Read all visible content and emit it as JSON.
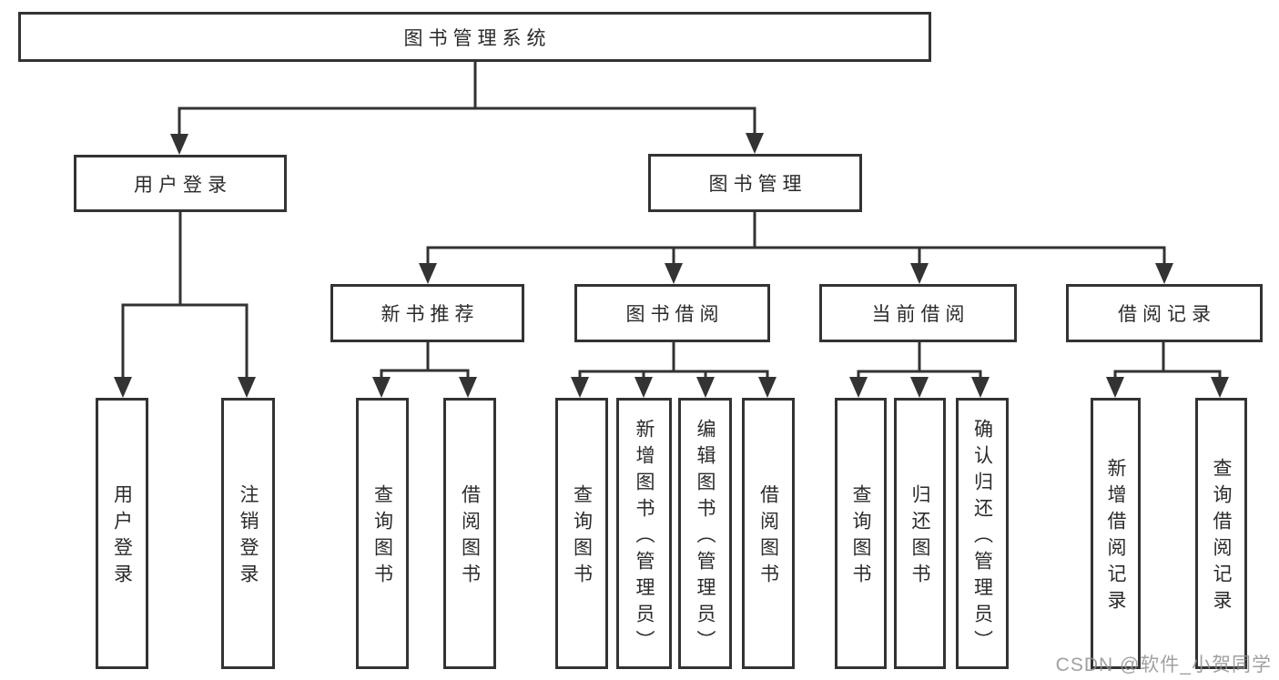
{
  "tree": {
    "label": "图书管理系统",
    "children": [
      {
        "label": "用户登录",
        "children": [
          {
            "label": "用户登录"
          },
          {
            "label": "注销登录"
          }
        ]
      },
      {
        "label": "图书管理",
        "children": [
          {
            "label": "新书推荐",
            "children": [
              {
                "label": "查询图书"
              },
              {
                "label": "借阅图书"
              }
            ]
          },
          {
            "label": "图书借阅",
            "children": [
              {
                "label": "查询图书"
              },
              {
                "label": "新增图书（管理员）"
              },
              {
                "label": "编辑图书（管理员）"
              },
              {
                "label": "借阅图书"
              }
            ]
          },
          {
            "label": "当前借阅",
            "children": [
              {
                "label": "查询图书"
              },
              {
                "label": "归还图书"
              },
              {
                "label": "确认归还（管理员）"
              }
            ]
          },
          {
            "label": "借阅记录",
            "children": [
              {
                "label": "新增借阅记录"
              },
              {
                "label": "查询借阅记录"
              }
            ]
          }
        ]
      }
    ]
  },
  "watermark": "CSDN @软件_小贺同学",
  "colors": {
    "line": "#333333",
    "box_border": "#333333",
    "text": "#2b2b2b",
    "watermark": "#8f8f8f",
    "background": "#ffffff"
  }
}
